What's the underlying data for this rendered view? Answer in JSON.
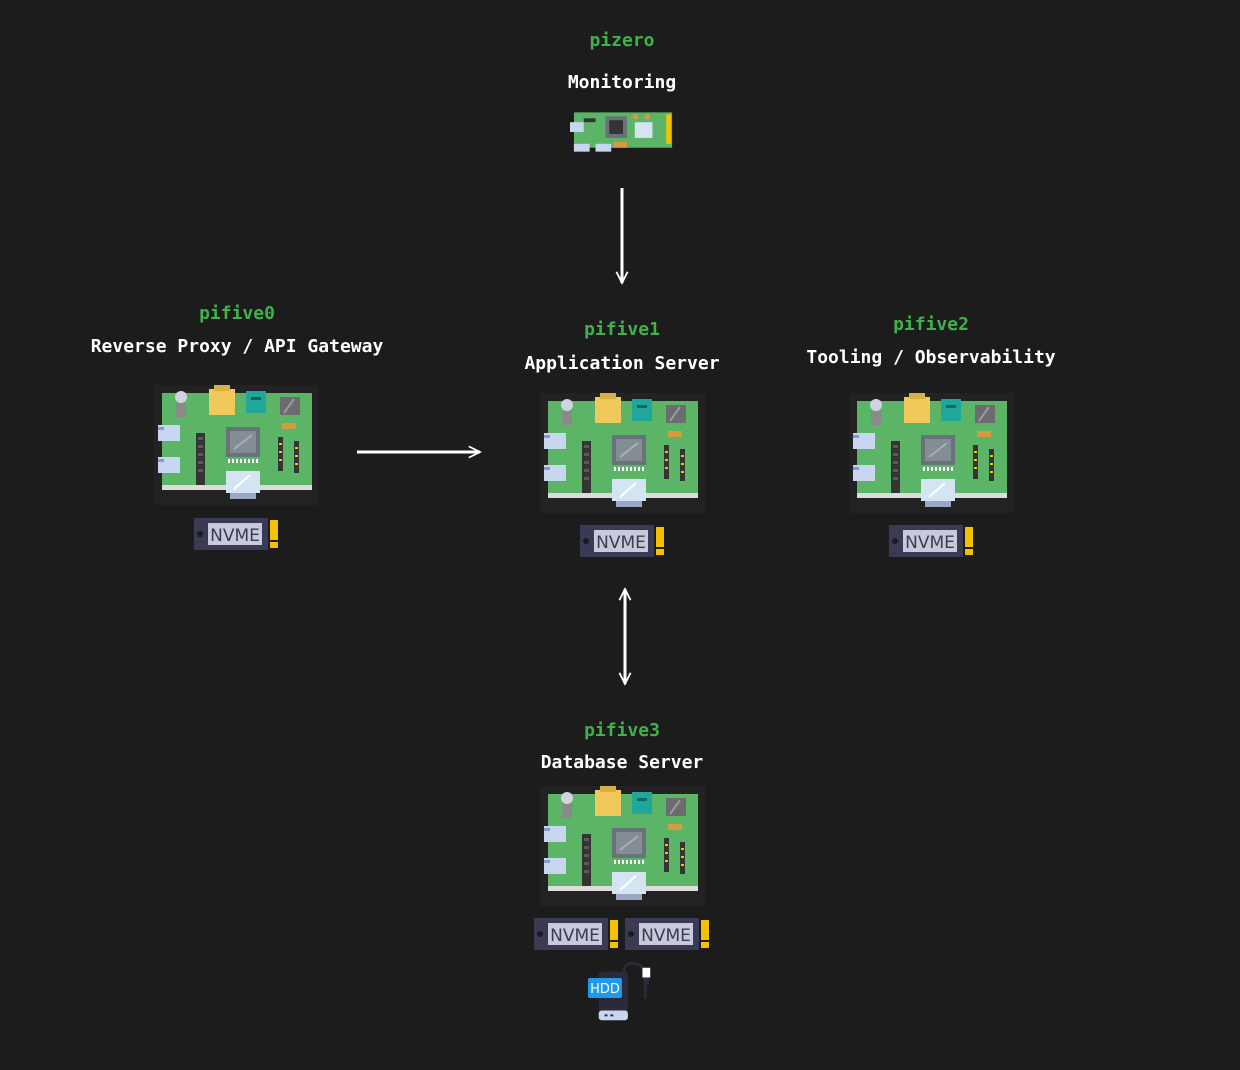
{
  "colors": {
    "background": "#1c1c1c",
    "hostname": "#3fb24a",
    "role": "#ffffff",
    "pcb": "#5cb567",
    "nvme_body": "#3a3a55",
    "nvme_label_bg": "#c9c9dc",
    "gold": "#f2c200",
    "hdd_badge": "#1e9ae8"
  },
  "nodes": {
    "pizero": {
      "hostname": "pizero",
      "role": "Monitoring"
    },
    "pifive0": {
      "hostname": "pifive0",
      "role": "Reverse Proxy / API Gateway",
      "drives": [
        "NVME"
      ]
    },
    "pifive1": {
      "hostname": "pifive1",
      "role": "Application Server",
      "drives": [
        "NVME"
      ]
    },
    "pifive2": {
      "hostname": "pifive2",
      "role": "Tooling / Observability",
      "drives": [
        "NVME"
      ]
    },
    "pifive3": {
      "hostname": "pifive3",
      "role": "Database Server",
      "drives": [
        "NVME",
        "NVME"
      ],
      "external": "HDD"
    }
  },
  "connections": [
    {
      "from": "pizero",
      "to": "pifive1",
      "direction": "one-way"
    },
    {
      "from": "pifive0",
      "to": "pifive1",
      "direction": "one-way"
    },
    {
      "from": "pifive1",
      "to": "pifive3",
      "direction": "two-way"
    }
  ]
}
